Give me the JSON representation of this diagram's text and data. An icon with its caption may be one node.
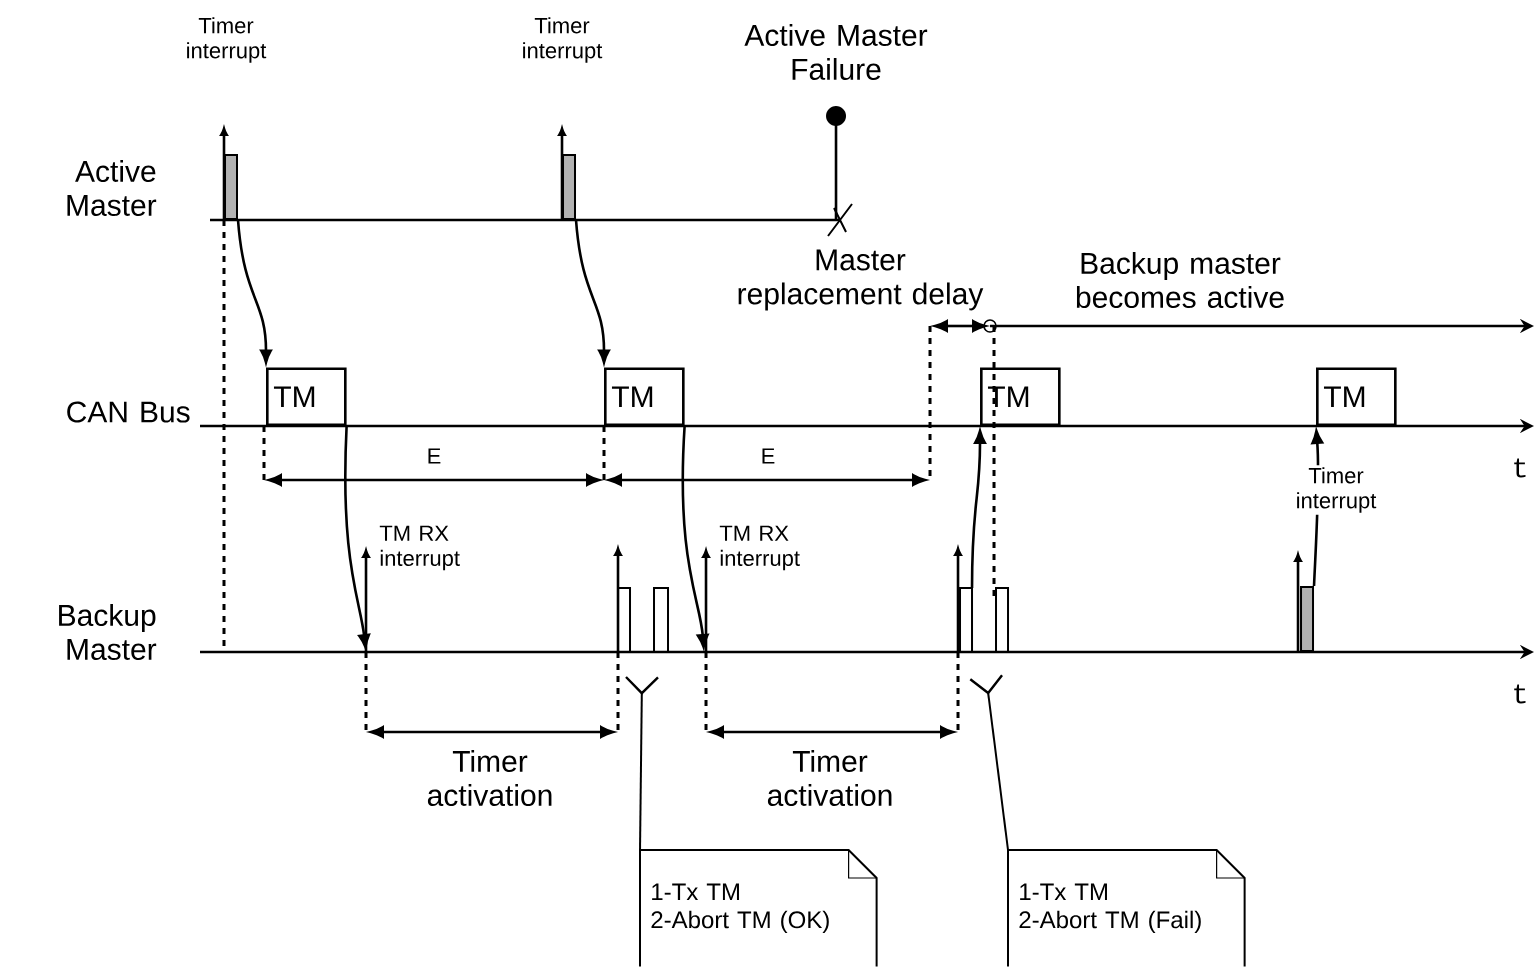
{
  "diagram": {
    "nodes": [
      {
        "text": [
          "TM"
        ]
      },
      {
        "text": [
          "TM"
        ]
      },
      {
        "text": [
          "TM"
        ]
      },
      {
        "text": [
          "TM"
        ]
      },
      {
        "text": [
          "1-Tx TM",
          "2-Abort TM (OK)"
        ]
      },
      {
        "text": [
          "1-Tx TM",
          "2-Abort TM (Fail)"
        ]
      },
      {
        "text": [],
        "shape": "bar"
      },
      {
        "text": [],
        "shape": "bar"
      },
      {
        "text": [],
        "shape": "bar"
      }
    ],
    "edges": [
      {
        "from": 6,
        "to": 0,
        "arrow": "to"
      },
      {
        "from": 7,
        "to": 1,
        "arrow": "to"
      },
      {
        "from": 0,
        "to": null,
        "arrow": "to"
      },
      {
        "from": 1,
        "to": null,
        "arrow": "to"
      },
      {
        "from": null,
        "to": 2,
        "arrow": "to"
      },
      {
        "from": 8,
        "to": 3,
        "arrow": "to"
      },
      {
        "from": 4,
        "to": null,
        "arrow": "other"
      },
      {
        "from": 5,
        "to": null,
        "arrow": "other"
      }
    ],
    "labels": [
      "Timer interrupt",
      "Timer interrupt",
      "Active Master Failure",
      "Active Master",
      "Master replacement delay",
      "Backup master becomes active",
      "CAN Bus",
      "E",
      "E",
      "Timer interrupt",
      "t",
      "TM RX interrupt",
      "TM RX interrupt",
      "Backup Master",
      "t",
      "Timer activation",
      "Timer activation"
    ]
  }
}
